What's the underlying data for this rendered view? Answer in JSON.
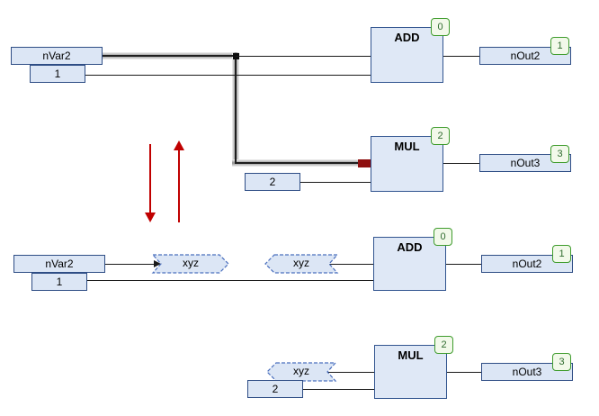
{
  "colors": {
    "background": "#ffffff",
    "box_fill": "#dce6f5",
    "box_border": "#2e4d85",
    "block_fill": "#dfe8f6",
    "block_border": "#31548f",
    "badge_fill": "#f2f9ea",
    "badge_border": "#3f9c2d",
    "badge_text": "#2f6b2f",
    "wire": "#1a1a1a",
    "selected_wire_band": "#b9b9b9",
    "selection_endpoint_marker": "#8e0f0f",
    "transform_arrow": "#c00000",
    "connector_border": "#4a6fbe"
  },
  "networks": {
    "top_add": {
      "input_var": "nVar2",
      "input_const": "1",
      "block": "ADD",
      "block_badge": "0",
      "output": "nOut2",
      "output_badge": "1"
    },
    "top_mul": {
      "input_const": "2",
      "block": "MUL",
      "block_badge": "2",
      "output": "nOut3",
      "output_badge": "3"
    },
    "bottom_add": {
      "input_var": "nVar2",
      "input_const": "1",
      "source_connector": "xyz",
      "sink_connector": "xyz",
      "block": "ADD",
      "block_badge": "0",
      "output": "nOut2",
      "output_badge": "1"
    },
    "bottom_mul": {
      "sink_connector": "xyz",
      "input_const": "2",
      "block": "MUL",
      "block_badge": "2",
      "output": "nOut3",
      "output_badge": "3"
    }
  }
}
